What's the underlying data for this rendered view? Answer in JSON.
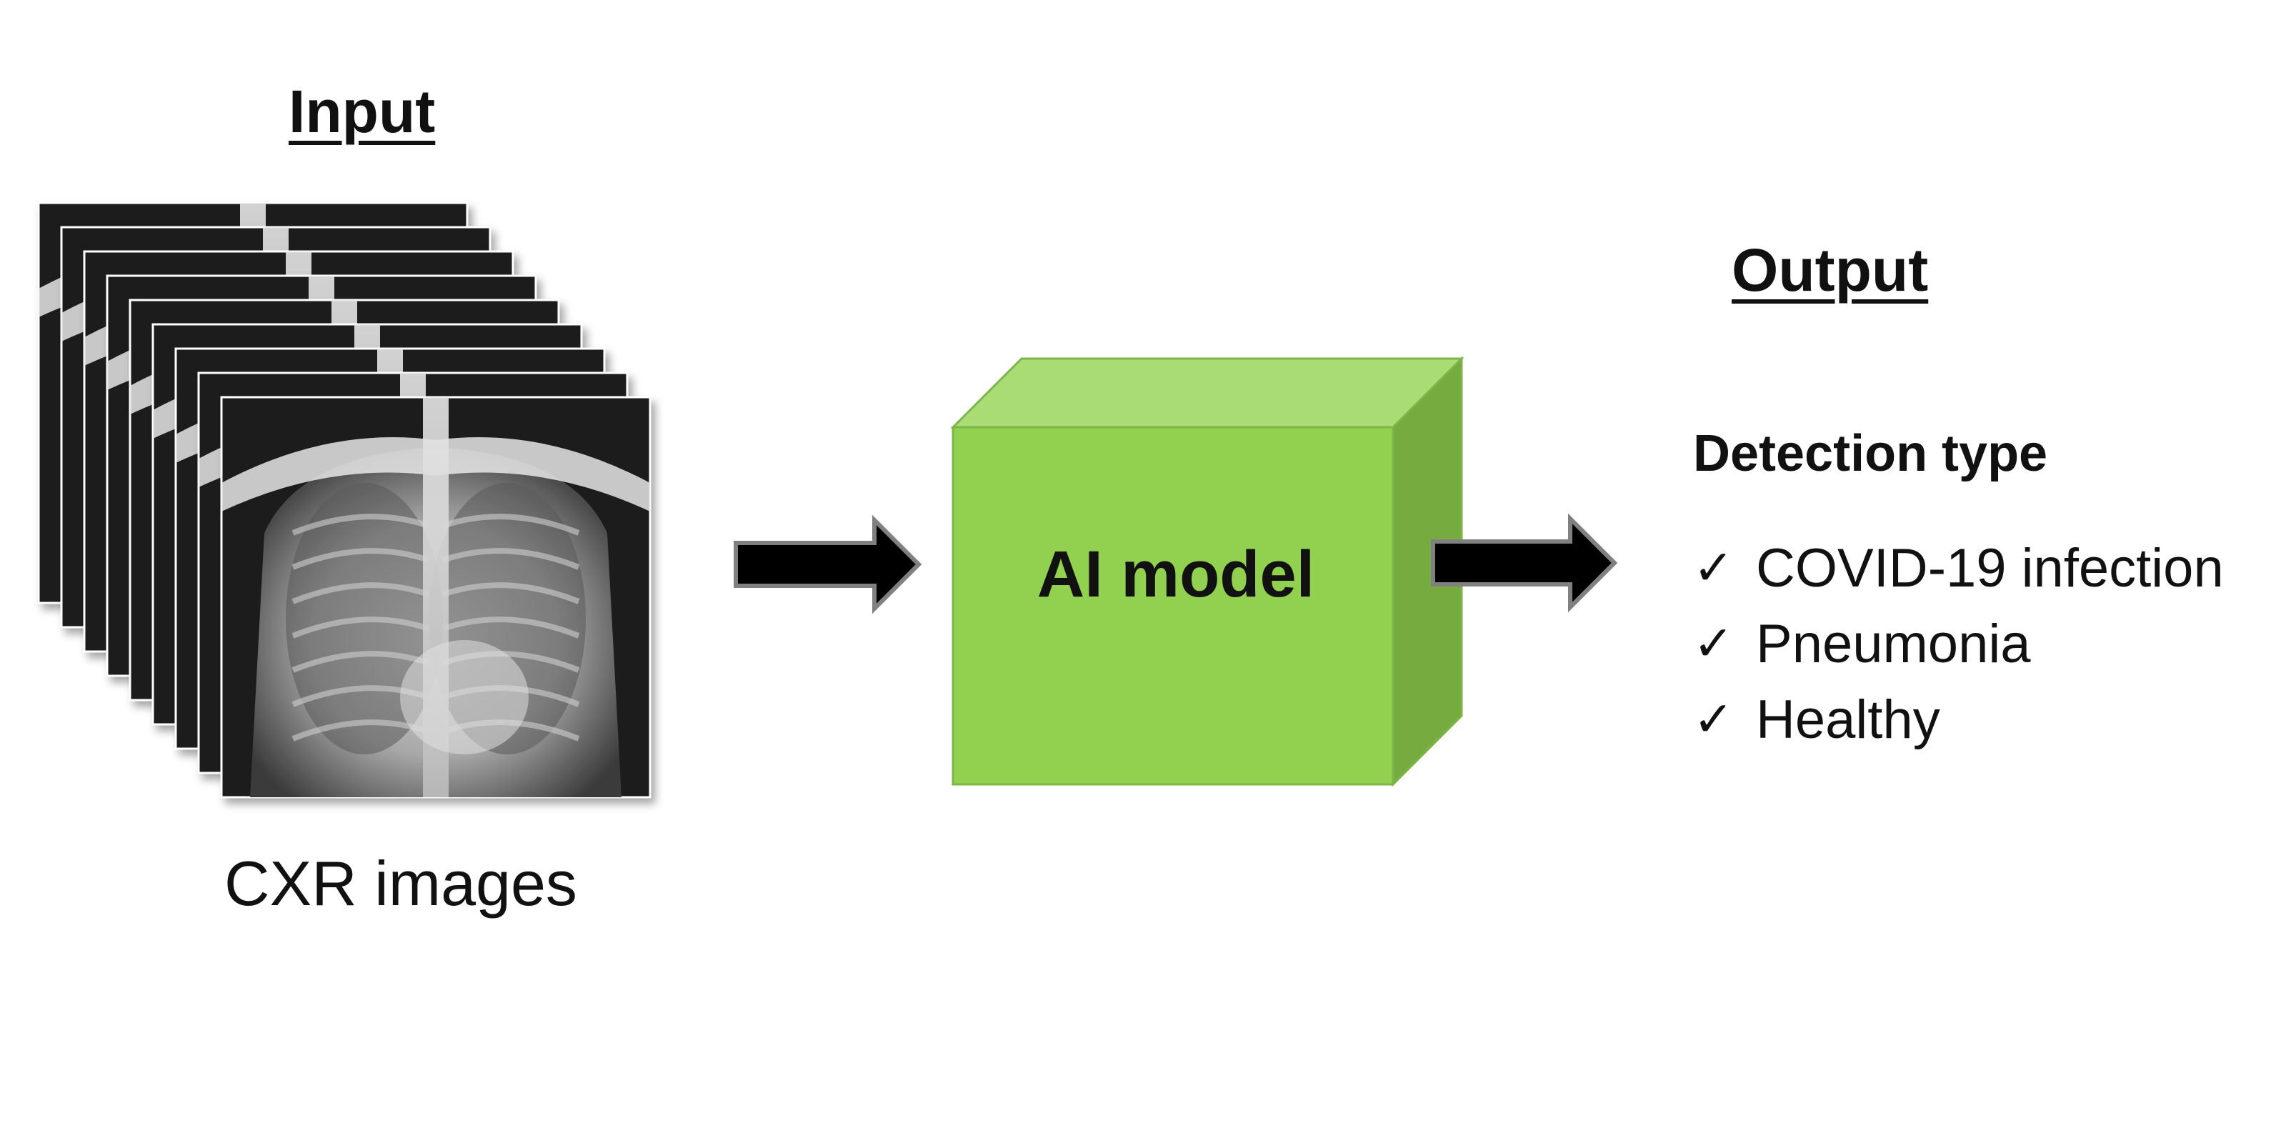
{
  "input": {
    "title": "Input",
    "caption": "CXR images",
    "image_count": 9
  },
  "model": {
    "label": "AI model",
    "colors": {
      "front": "#92d050",
      "top": "#a9dc75",
      "side": "#76ac3f",
      "edge": "#7eb548"
    }
  },
  "output": {
    "title": "Output",
    "detection_title": "Detection type",
    "check_symbol": "✓",
    "items": [
      {
        "label": "COVID-19 infection"
      },
      {
        "label": "Pneumonia"
      },
      {
        "label": "Healthy"
      }
    ]
  },
  "arrows": {
    "fill": "#000000",
    "stroke": "#808080",
    "icon": "right-arrow-icon"
  }
}
